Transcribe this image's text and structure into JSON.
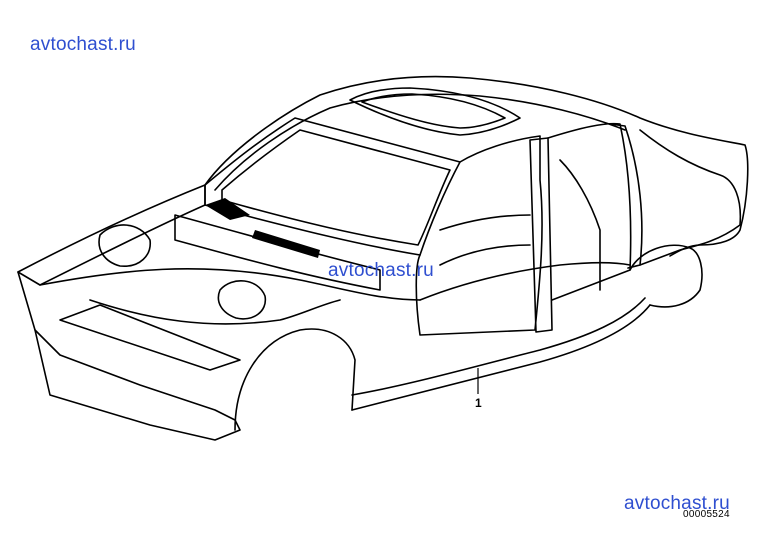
{
  "watermarks": {
    "top": "avtochast.ru",
    "middle": "avtochast.ru",
    "bottom": "avtochast.ru",
    "color": "#2f4fd0"
  },
  "diagram": {
    "callout_label": "1",
    "diagram_id": "00005524"
  },
  "colors": {
    "line": "#000000",
    "background": "#ffffff"
  }
}
